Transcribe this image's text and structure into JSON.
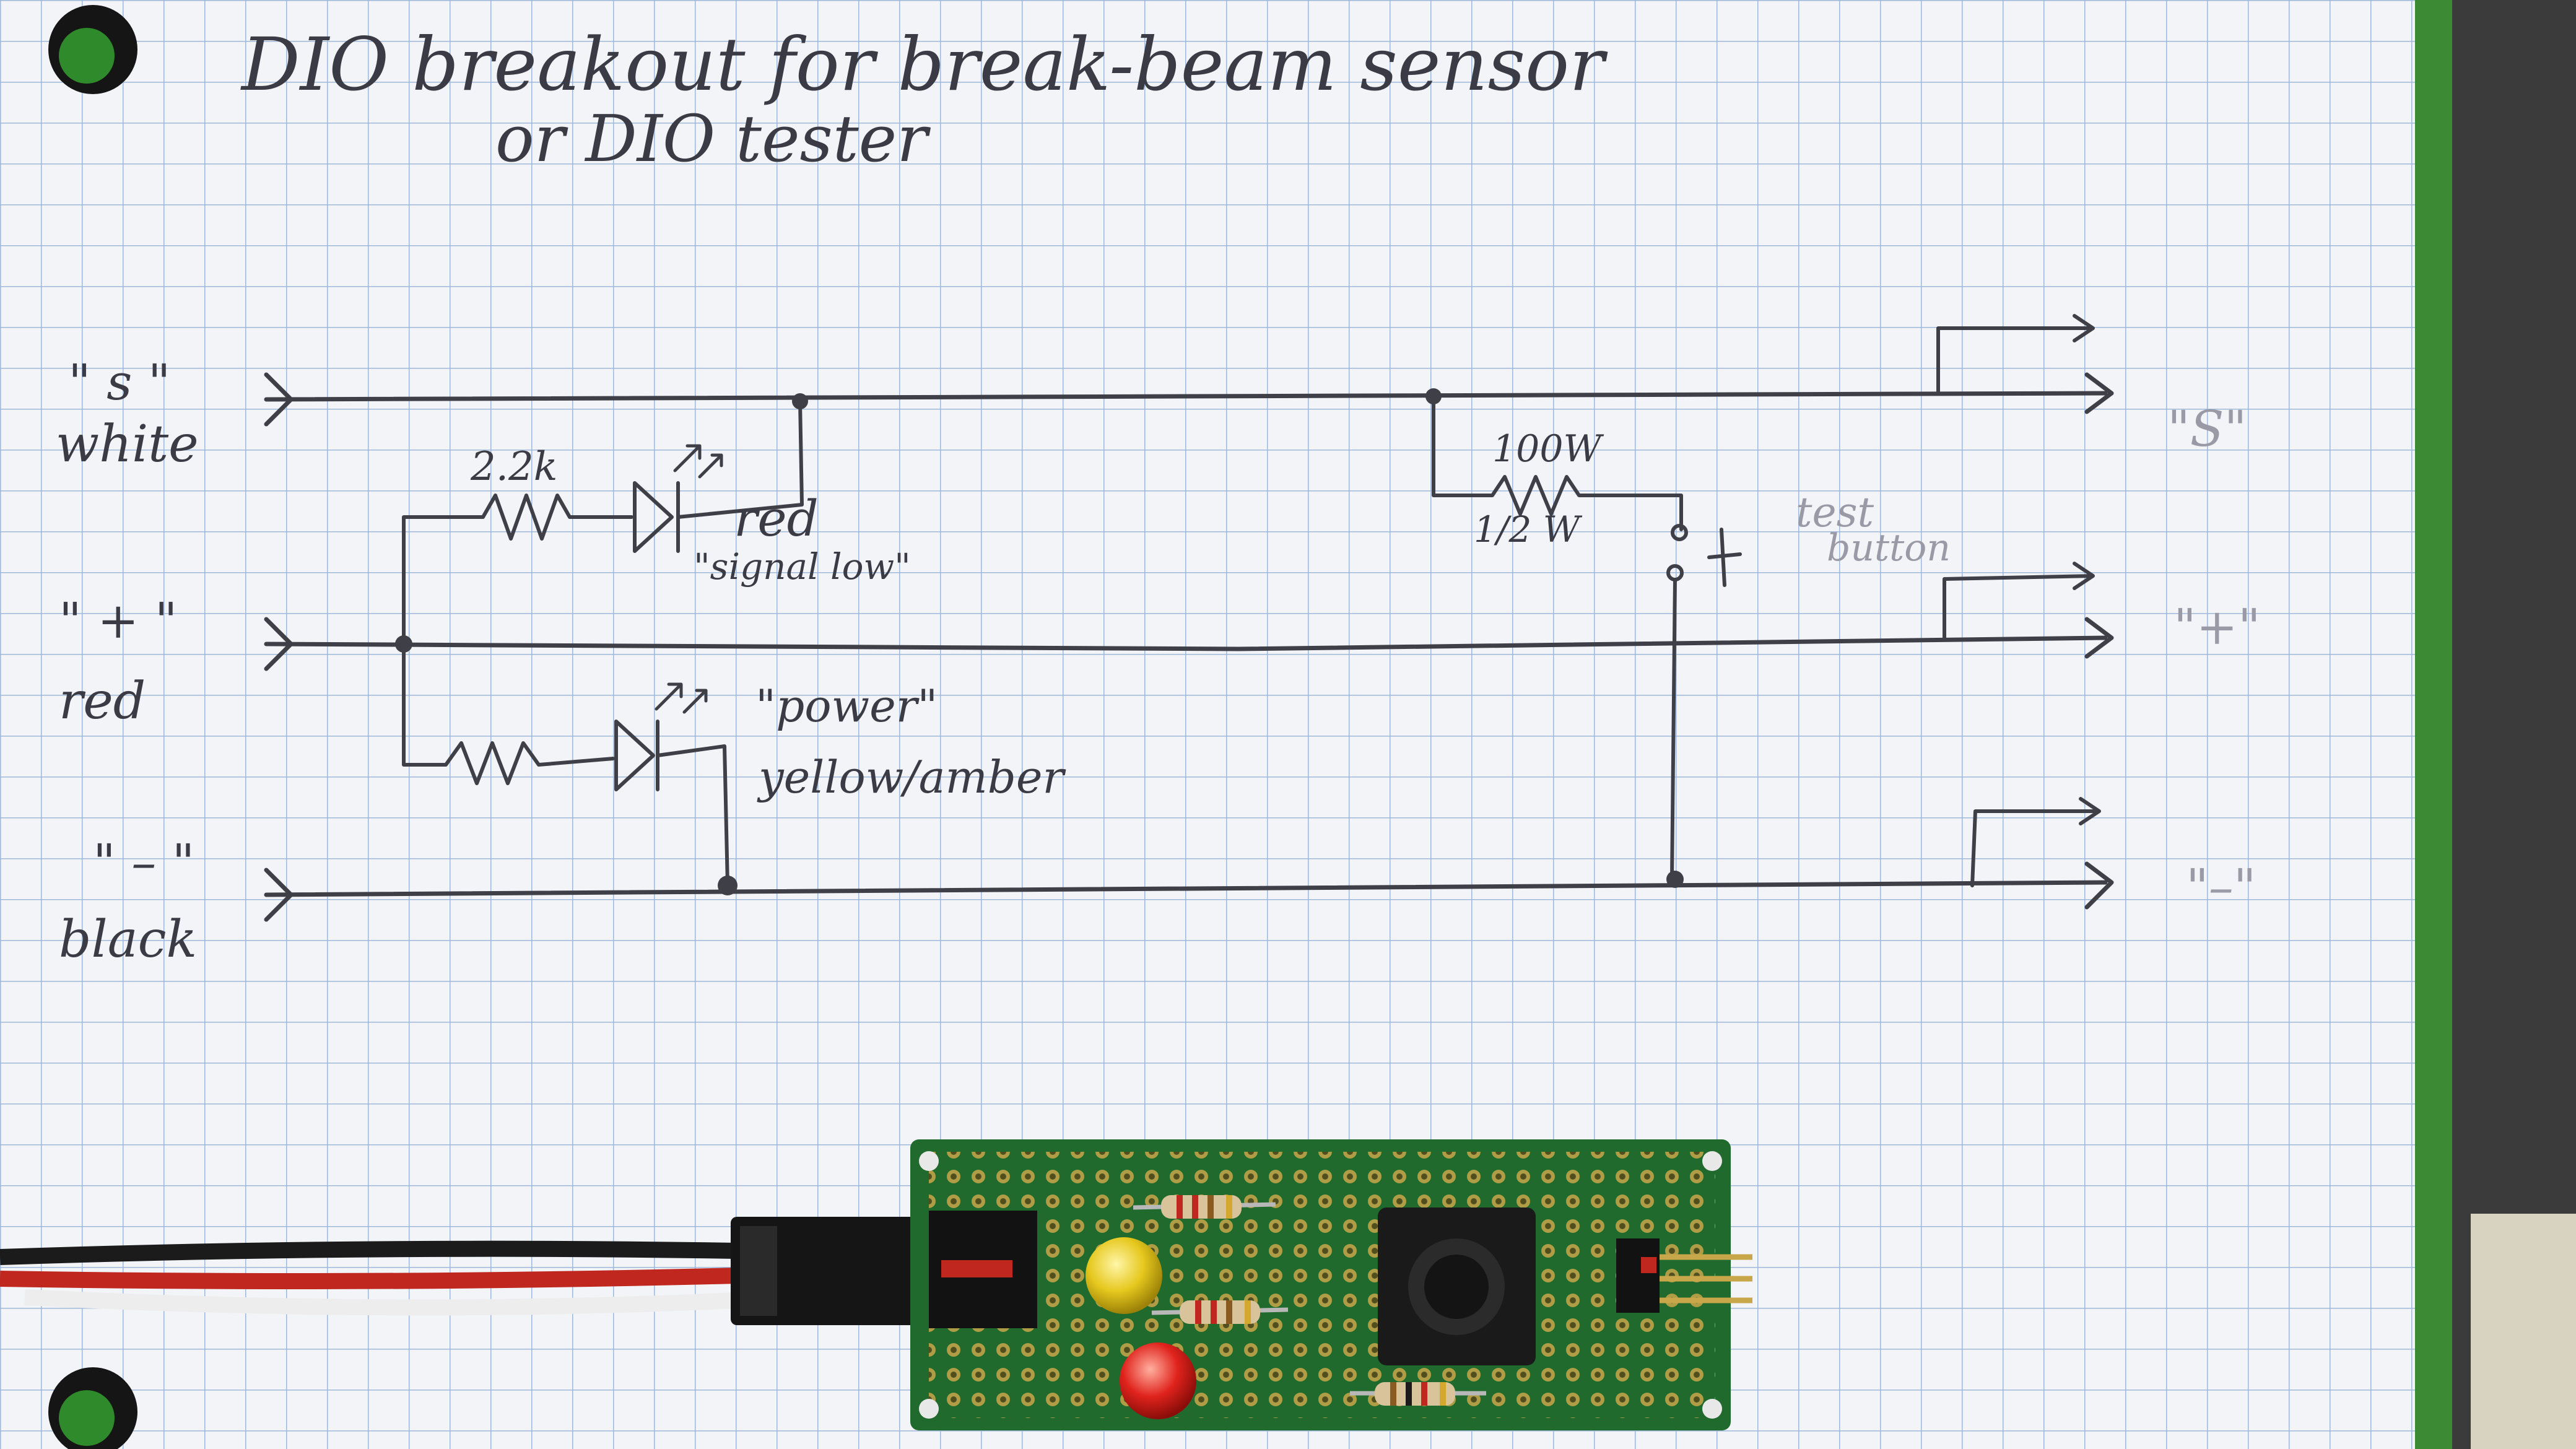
{
  "title": {
    "line1": "DIO breakout for break-beam sensor",
    "line2": "or DIO tester"
  },
  "rails": {
    "signal": {
      "quote": "\" s \"",
      "color_word": "white",
      "out_label": "\"S\""
    },
    "power": {
      "quote": "\" + \"",
      "color_word": "red",
      "out_label": "\"+\""
    },
    "ground": {
      "quote": "\" – \"",
      "color_word": "black",
      "out_label": "\"–\""
    }
  },
  "components": {
    "signal_resistor": "2.2k",
    "signal_led_color": "red",
    "signal_led_note": "\"signal low\"",
    "power_led_note": "\"power\"",
    "power_led_color": "yellow/amber",
    "test_resistor_value": "100W",
    "test_resistor_rating": "1/2 W",
    "test_button_label": "test",
    "test_button_label2": "button"
  },
  "photo_items": {
    "board": "perfboard",
    "cable_colors": [
      "#1b1b1b",
      "#c0281f",
      "#ededed"
    ],
    "led_yellow": "#e6c81e",
    "led_red": "#e0231c",
    "board_color": "#1f6a2c"
  }
}
